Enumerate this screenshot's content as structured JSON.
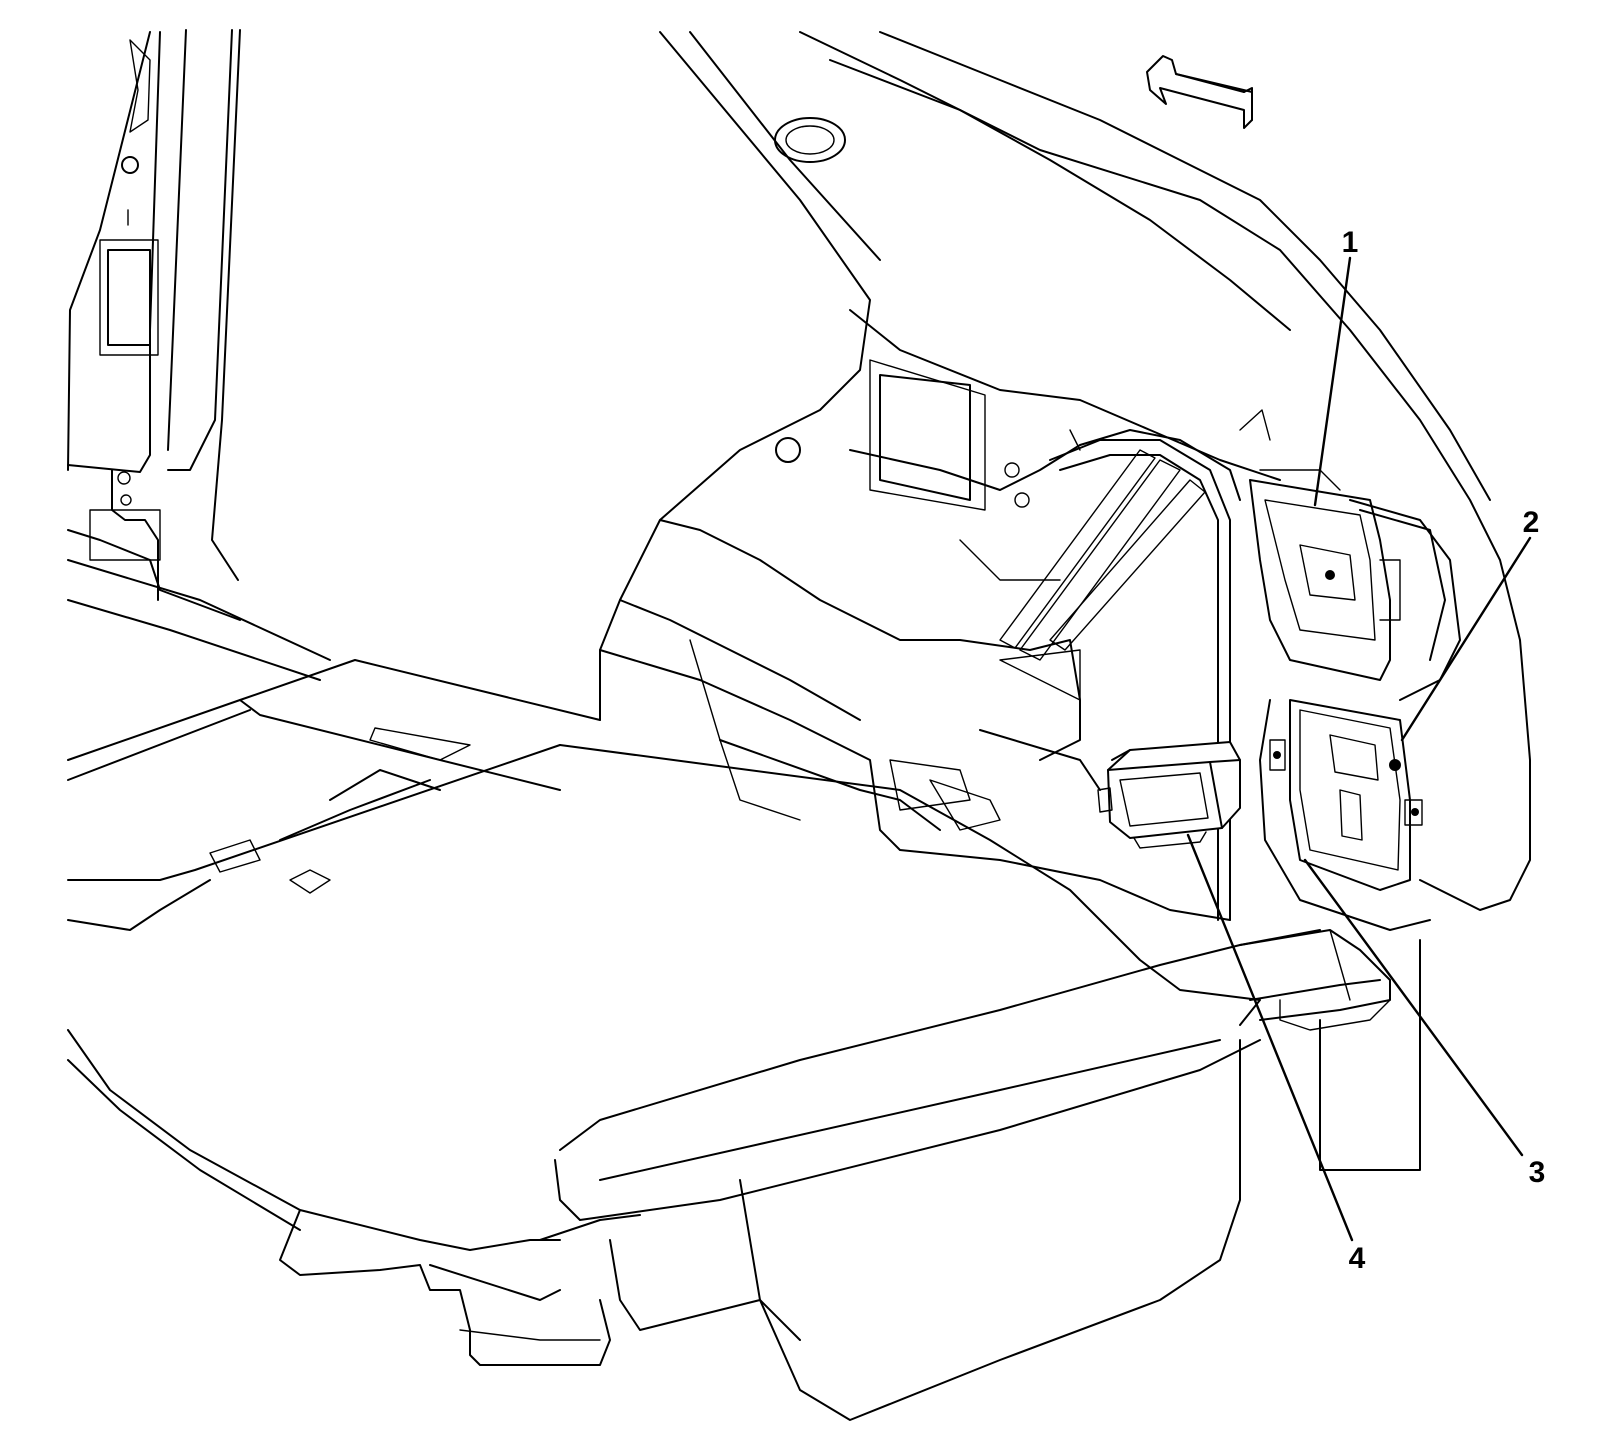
{
  "callouts": [
    {
      "id": "1",
      "label": "1"
    },
    {
      "id": "2",
      "label": "2"
    },
    {
      "id": "3",
      "label": "3"
    },
    {
      "id": "4",
      "label": "4"
    }
  ],
  "icons": {
    "direction": "forward-arrow-icon"
  },
  "colors": {
    "line": "#000000",
    "background": "#ffffff"
  }
}
